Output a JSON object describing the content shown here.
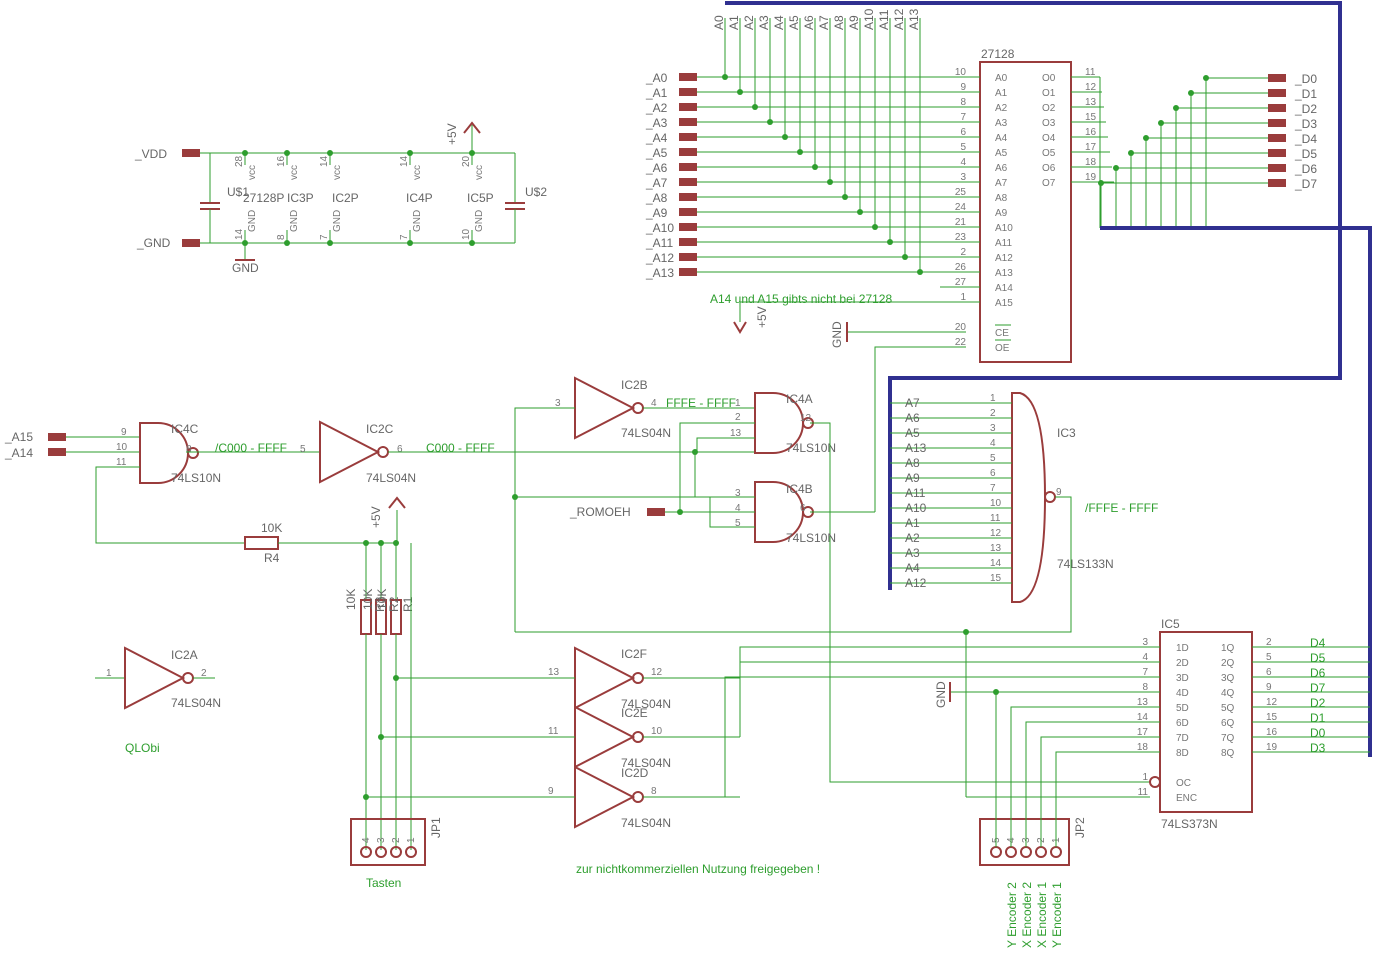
{
  "schematic": {
    "supply": {
      "vdd": "_VDD",
      "gnd_port": "_GND",
      "gnd": "GND",
      "plus5v": "+5V",
      "pins_top": [
        "28",
        "16",
        "14",
        "14",
        "20"
      ],
      "pins_bottom": [
        "14",
        "8",
        "7",
        "7",
        "10"
      ],
      "vcc": "vcc",
      "gndp": "GND",
      "parts": [
        "27128P",
        "IC3P",
        "IC2P",
        "IC4P",
        "IC5P"
      ],
      "caps": [
        "U$1",
        "U$2"
      ]
    },
    "eprom": {
      "name": "27128",
      "left_pins": [
        {
          "num": "10",
          "name": "A0"
        },
        {
          "num": "9",
          "name": "A1"
        },
        {
          "num": "8",
          "name": "A2"
        },
        {
          "num": "7",
          "name": "A3"
        },
        {
          "num": "6",
          "name": "A4"
        },
        {
          "num": "5",
          "name": "A5"
        },
        {
          "num": "4",
          "name": "A6"
        },
        {
          "num": "3",
          "name": "A7"
        },
        {
          "num": "25",
          "name": "A8"
        },
        {
          "num": "24",
          "name": "A9"
        },
        {
          "num": "21",
          "name": "A10"
        },
        {
          "num": "23",
          "name": "A11"
        },
        {
          "num": "2",
          "name": "A12"
        },
        {
          "num": "26",
          "name": "A13"
        },
        {
          "num": "27",
          "name": "A14"
        },
        {
          "num": "1",
          "name": "A15"
        },
        {
          "num": "20",
          "name": "CE"
        },
        {
          "num": "22",
          "name": "OE"
        }
      ],
      "right_pins": [
        {
          "num": "11",
          "name": "O0"
        },
        {
          "num": "12",
          "name": "O1"
        },
        {
          "num": "13",
          "name": "O2"
        },
        {
          "num": "15",
          "name": "O3"
        },
        {
          "num": "16",
          "name": "O4"
        },
        {
          "num": "17",
          "name": "O5"
        },
        {
          "num": "18",
          "name": "O6"
        },
        {
          "num": "19",
          "name": "O7"
        }
      ]
    },
    "addr_ports": [
      "_A0",
      "_A1",
      "_A2",
      "_A3",
      "_A4",
      "_A5",
      "_A6",
      "_A7",
      "_A8",
      "_A9",
      "_A10",
      "_A11",
      "_A12",
      "_A13"
    ],
    "addr_bus_labels": [
      "A0",
      "A1",
      "A2",
      "A3",
      "A4",
      "A5",
      "A6",
      "A7",
      "A8",
      "A9",
      "A10",
      "A11",
      "A12",
      "A13"
    ],
    "data_ports": [
      "_D0",
      "_D1",
      "_D2",
      "_D3",
      "_D4",
      "_D5",
      "_D6",
      "_D7"
    ],
    "note_a14": "A14 und A15 gibts nicht bei 27128",
    "eprom_plus5v": "+5V",
    "eprom_gnd": "GND",
    "ic4c": {
      "name": "IC4C",
      "type": "74LS10N",
      "pins": [
        "9",
        "10",
        "11",
        "8"
      ],
      "inputs": [
        "_A15",
        "_A14"
      ],
      "out_net": "/C000 - FFFF"
    },
    "ic2c": {
      "name": "IC2C",
      "type": "74LS04N",
      "pins": [
        "5",
        "6"
      ],
      "out_net": "C000 - FFFF"
    },
    "ic2b": {
      "name": "IC2B",
      "type": "74LS04N",
      "pins": [
        "3",
        "4"
      ],
      "out_net": "FFFE - FFFF"
    },
    "ic4a": {
      "name": "IC4A",
      "type": "74LS10N",
      "pins": [
        "1",
        "2",
        "13",
        "12"
      ]
    },
    "ic4b": {
      "name": "IC4B",
      "type": "74LS10N",
      "pins": [
        "3",
        "4",
        "5",
        "6"
      ],
      "romoeh": "_ROMOEH"
    },
    "ic3": {
      "name": "IC3",
      "type": "74LS133N",
      "out_pin": "9",
      "out_net": "/FFFE - FFFF",
      "pins": [
        {
          "num": "1",
          "name": "A7"
        },
        {
          "num": "2",
          "name": "A6"
        },
        {
          "num": "3",
          "name": "A5"
        },
        {
          "num": "4",
          "name": "A13"
        },
        {
          "num": "5",
          "name": "A8"
        },
        {
          "num": "6",
          "name": "A9"
        },
        {
          "num": "7",
          "name": "A11"
        },
        {
          "num": "10",
          "name": "A10"
        },
        {
          "num": "11",
          "name": "A1"
        },
        {
          "num": "12",
          "name": "A2"
        },
        {
          "num": "13",
          "name": "A3"
        },
        {
          "num": "14",
          "name": "A4"
        },
        {
          "num": "15",
          "name": "A12"
        }
      ]
    },
    "r4": {
      "name": "R4",
      "value": "10K"
    },
    "rpack": {
      "value": "10K",
      "labels": [
        "R3",
        "R2",
        "R1"
      ],
      "plus5v": "+5V"
    },
    "ic2f": {
      "name": "IC2F",
      "type": "74LS04N",
      "pins": [
        "13",
        "12"
      ]
    },
    "ic2e": {
      "name": "IC2E",
      "type": "74LS04N",
      "pins": [
        "11",
        "10"
      ]
    },
    "ic2d": {
      "name": "IC2D",
      "type": "74LS04N",
      "pins": [
        "9",
        "8"
      ]
    },
    "ic2a": {
      "name": "IC2A",
      "type": "74LS04N",
      "pins": [
        "1",
        "2"
      ]
    },
    "qlobi": "QLObi",
    "jp1": {
      "name": "JP1",
      "label": "Tasten",
      "pins": [
        "4",
        "3",
        "2",
        "1"
      ]
    },
    "jp2": {
      "name": "JP2",
      "pins": [
        "5",
        "4",
        "3",
        "2",
        "1"
      ],
      "labels": [
        "Y Encoder 2",
        "X Encoder 2",
        "X Encoder 1",
        "Y Encoder 1"
      ]
    },
    "ic5": {
      "name": "IC5",
      "type": "74LS373N",
      "gnd": "GND",
      "left_pins": [
        {
          "num": "3",
          "name": "1D"
        },
        {
          "num": "4",
          "name": "2D"
        },
        {
          "num": "7",
          "name": "3D"
        },
        {
          "num": "8",
          "name": "4D"
        },
        {
          "num": "13",
          "name": "5D"
        },
        {
          "num": "14",
          "name": "6D"
        },
        {
          "num": "17",
          "name": "7D"
        },
        {
          "num": "18",
          "name": "8D"
        }
      ],
      "ctrl_pins": [
        {
          "num": "1",
          "name": "OC"
        },
        {
          "num": "11",
          "name": "ENC"
        }
      ],
      "right_pins": [
        {
          "num": "2",
          "name": "1Q",
          "net": "D4"
        },
        {
          "num": "5",
          "name": "2Q",
          "net": "D5"
        },
        {
          "num": "6",
          "name": "3Q",
          "net": "D6"
        },
        {
          "num": "9",
          "name": "4Q",
          "net": "D7"
        },
        {
          "num": "12",
          "name": "5Q",
          "net": "D2"
        },
        {
          "num": "15",
          "name": "6Q",
          "net": "D1"
        },
        {
          "num": "16",
          "name": "7Q",
          "net": "D0"
        },
        {
          "num": "19",
          "name": "8Q",
          "net": "D3"
        }
      ]
    },
    "footer": "zur nichtkommerziellen Nutzung freigegeben !"
  },
  "colors": {
    "symbol": "#9a3c3c",
    "wire": "#2e9e2e",
    "bus": "#303090",
    "label": "#666666"
  }
}
